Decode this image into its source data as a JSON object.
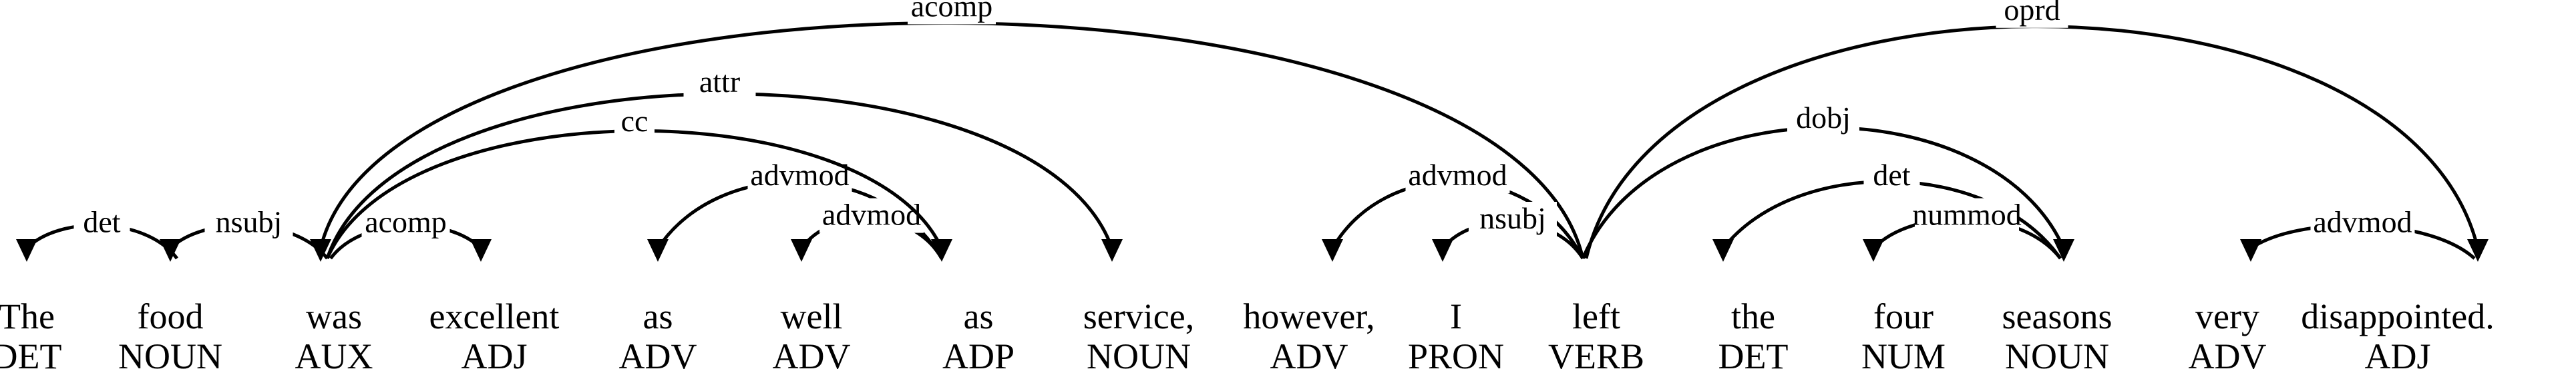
{
  "tokens": [
    {
      "text": "The",
      "tag": "DET"
    },
    {
      "text": "food",
      "tag": "NOUN"
    },
    {
      "text": "was",
      "tag": "AUX"
    },
    {
      "text": "excellent",
      "tag": "ADJ"
    },
    {
      "text": "as",
      "tag": "ADV"
    },
    {
      "text": "well",
      "tag": "ADV"
    },
    {
      "text": "as",
      "tag": "ADP"
    },
    {
      "text": "service,",
      "tag": "NOUN"
    },
    {
      "text": "however,",
      "tag": "ADV"
    },
    {
      "text": "I",
      "tag": "PRON"
    },
    {
      "text": "left",
      "tag": "VERB"
    },
    {
      "text": "the",
      "tag": "DET"
    },
    {
      "text": "four",
      "tag": "NUM"
    },
    {
      "text": "seasons",
      "tag": "NOUN"
    },
    {
      "text": "very",
      "tag": "ADV"
    },
    {
      "text": "disappointed.",
      "tag": "ADJ"
    }
  ],
  "arcs": [
    {
      "from": 1,
      "to": 0,
      "label": "det"
    },
    {
      "from": 2,
      "to": 1,
      "label": "nsubj"
    },
    {
      "from": 2,
      "to": 3,
      "label": "acomp"
    },
    {
      "from": 6,
      "to": 4,
      "label": "advmod"
    },
    {
      "from": 6,
      "to": 5,
      "label": "advmod"
    },
    {
      "from": 2,
      "to": 6,
      "label": "cc"
    },
    {
      "from": 2,
      "to": 7,
      "label": "attr"
    },
    {
      "from": 10,
      "to": 2,
      "label": "acomp"
    },
    {
      "from": 10,
      "to": 8,
      "label": "advmod"
    },
    {
      "from": 10,
      "to": 9,
      "label": "nsubj"
    },
    {
      "from": 13,
      "to": 11,
      "label": "det"
    },
    {
      "from": 13,
      "to": 12,
      "label": "nummod"
    },
    {
      "from": 10,
      "to": 13,
      "label": "dobj"
    },
    {
      "from": 15,
      "to": 14,
      "label": "advmod"
    },
    {
      "from": 10,
      "to": 15,
      "label": "oprd"
    }
  ]
}
